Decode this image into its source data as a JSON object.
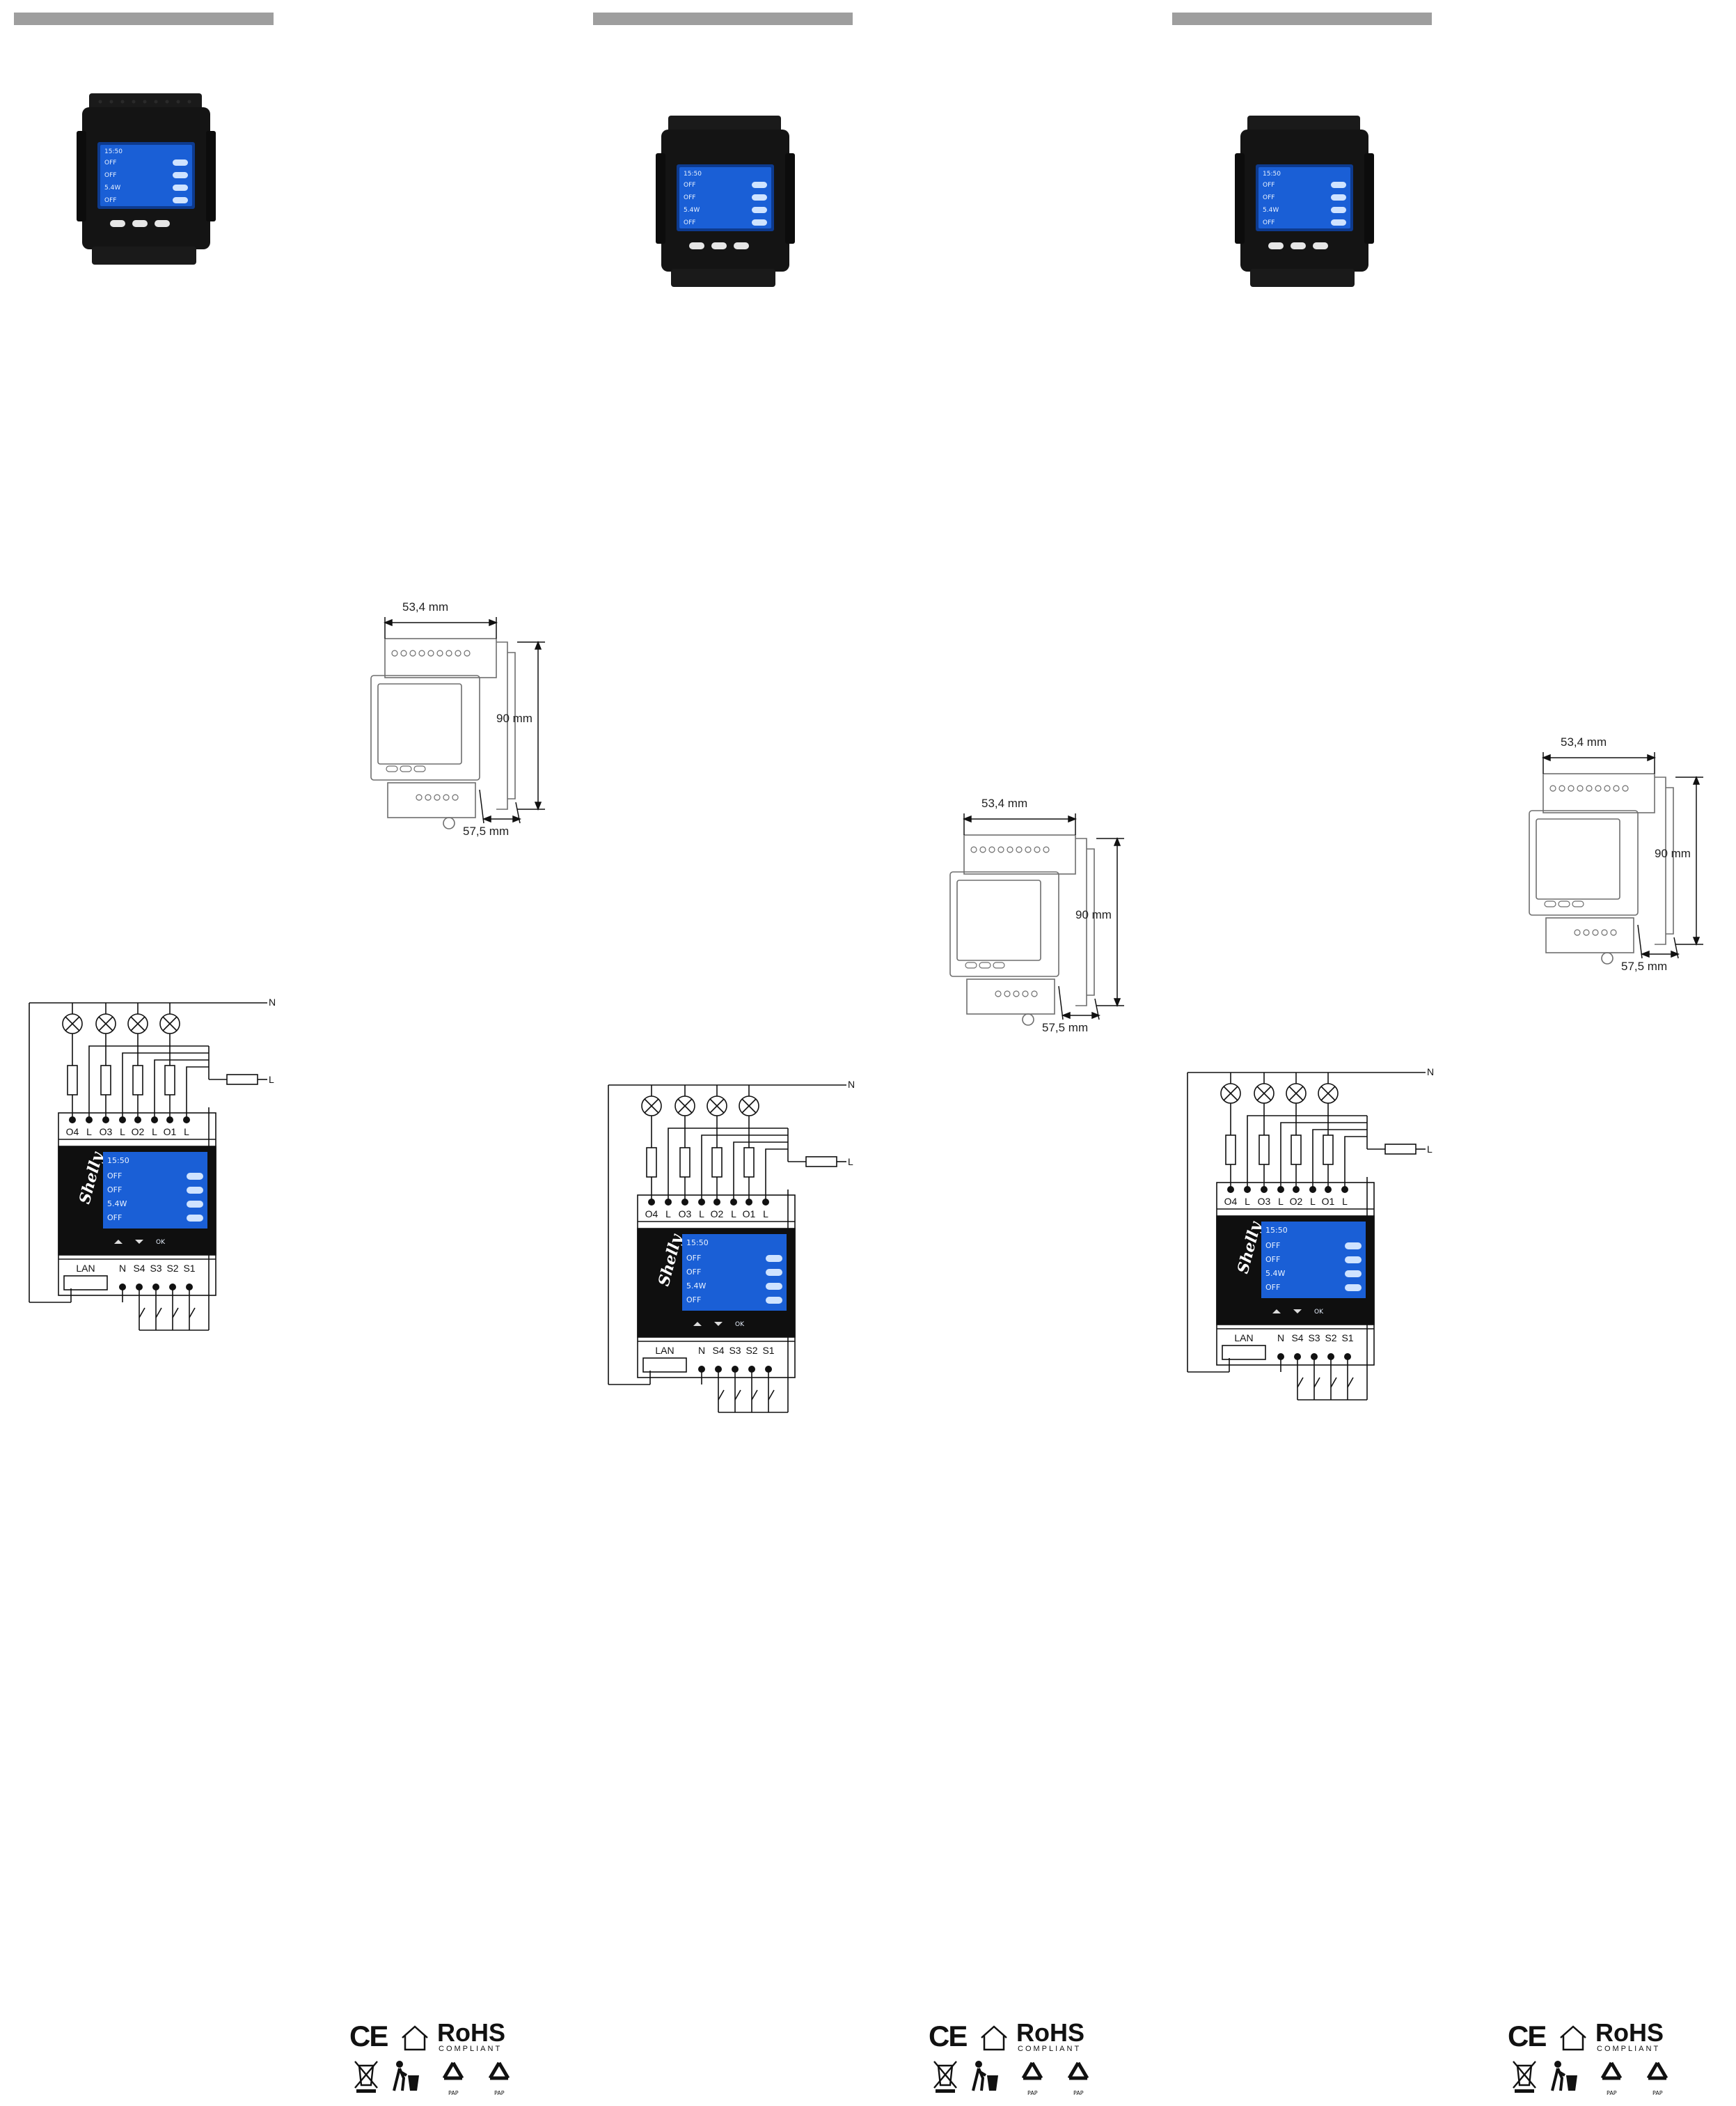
{
  "dimensions": {
    "width_label": "53,4 mm",
    "height_label": "90 mm",
    "depth_label": "57,5 mm"
  },
  "device_screen": {
    "time": "15:50",
    "rows": [
      "OFF",
      "OFF",
      "5.4W",
      "OFF"
    ]
  },
  "wiring": {
    "neutral_label": "N",
    "line_label": "L",
    "top_terminals": [
      "O4",
      "L",
      "O3",
      "L",
      "O2",
      "L",
      "O1",
      "L"
    ],
    "bottom_terminals": [
      "N",
      "S4",
      "S3",
      "S2",
      "S1"
    ],
    "lan_label": "LAN",
    "brand": "Shelly",
    "ok_label": "OK"
  },
  "certifications": {
    "ce": "CE",
    "rohs": "RoHS",
    "compliant": "COMPLIANT",
    "pap_label": "PAP"
  },
  "colors": {
    "device_body": "#141414",
    "screen": "#1a5fd6",
    "toggle": "#cfe3ff",
    "grey_bar": "#9e9e9e"
  }
}
